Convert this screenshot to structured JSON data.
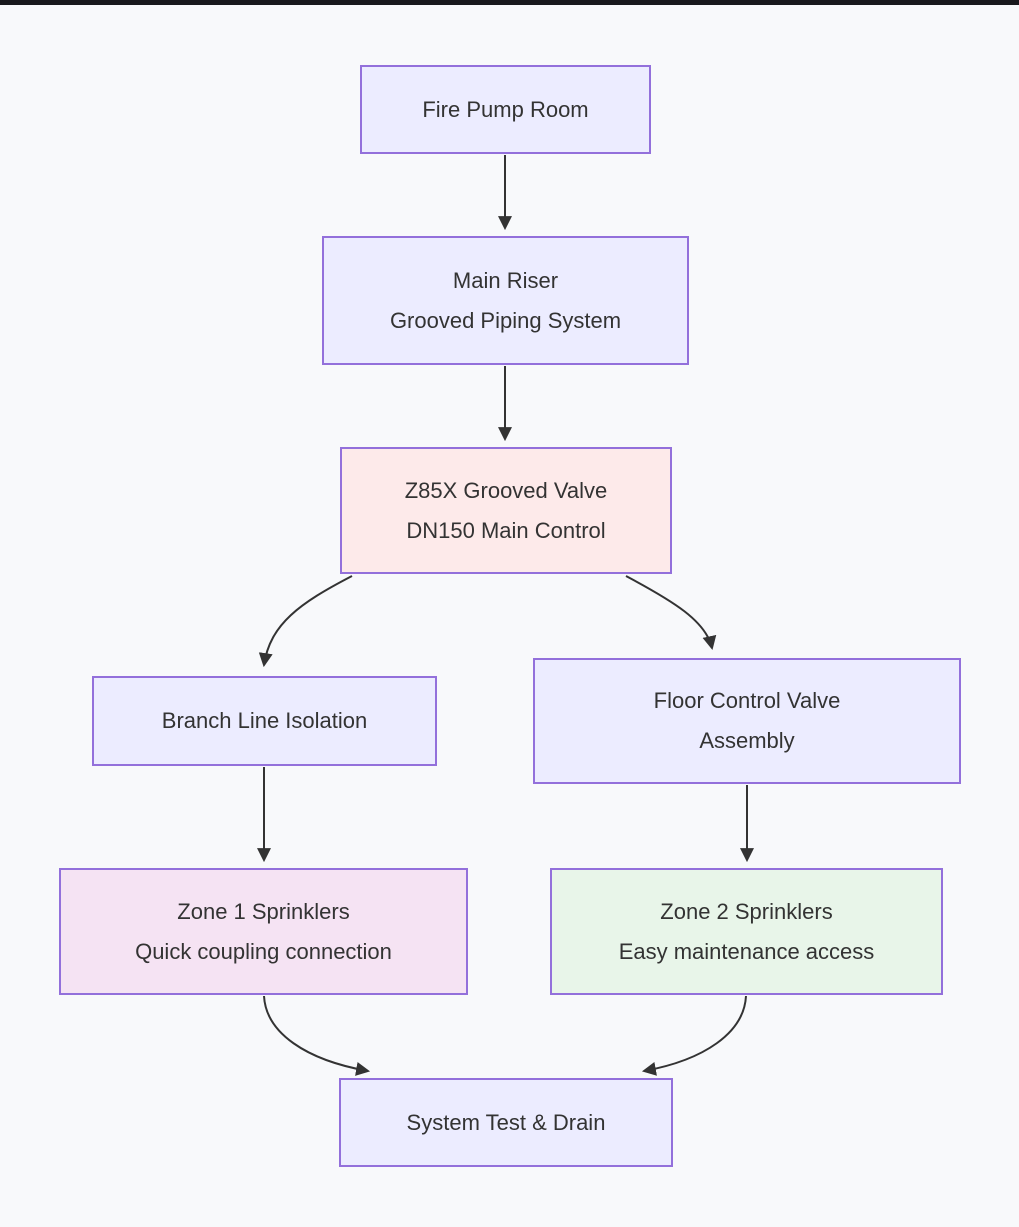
{
  "diagram": {
    "type": "flowchart",
    "direction": "top-down",
    "colors": {
      "background": "#f8f9fb",
      "letterbox_bar": "#19191d",
      "node_border": "#9370DB",
      "node_fill_default": "#ECECFF",
      "node_fill_valve": "#fdeaea",
      "node_fill_zone1": "#f5e3f3",
      "node_fill_zone2": "#e8f5e9",
      "edge_stroke": "#333333",
      "text": "#333333"
    },
    "nodes": {
      "fire": {
        "id": "fire",
        "lines": [
          "Fire Pump Room"
        ]
      },
      "riser": {
        "id": "riser",
        "lines": [
          "Main Riser",
          "Grooved Piping System"
        ]
      },
      "valve": {
        "id": "valve",
        "lines": [
          "Z85X Grooved Valve",
          "DN150 Main Control"
        ]
      },
      "branch": {
        "id": "branch",
        "lines": [
          "Branch Line Isolation"
        ]
      },
      "floor": {
        "id": "floor",
        "lines": [
          "Floor Control Valve",
          "Assembly"
        ]
      },
      "zone1": {
        "id": "zone1",
        "lines": [
          "Zone 1 Sprinklers",
          "Quick coupling connection"
        ]
      },
      "zone2": {
        "id": "zone2",
        "lines": [
          "Zone 2 Sprinklers",
          "Easy maintenance access"
        ]
      },
      "drain": {
        "id": "drain",
        "lines": [
          "System Test & Drain"
        ]
      }
    },
    "edges": [
      {
        "from": "fire",
        "to": "riser"
      },
      {
        "from": "riser",
        "to": "valve"
      },
      {
        "from": "valve",
        "to": "branch"
      },
      {
        "from": "valve",
        "to": "floor"
      },
      {
        "from": "branch",
        "to": "zone1"
      },
      {
        "from": "floor",
        "to": "zone2"
      },
      {
        "from": "zone1",
        "to": "drain"
      },
      {
        "from": "zone2",
        "to": "drain"
      }
    ]
  }
}
